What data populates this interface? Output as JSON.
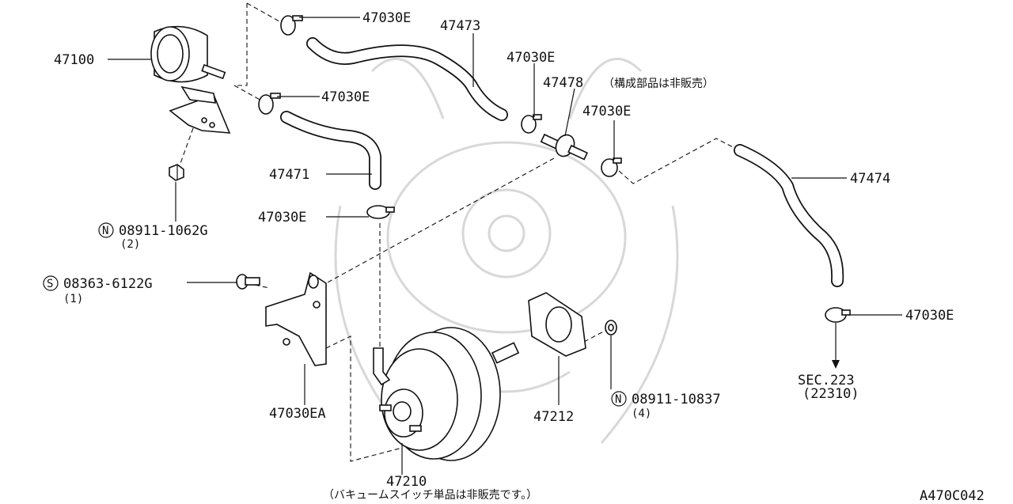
{
  "diagram_code": "A470C042",
  "parts": {
    "canister": "47100",
    "hose_upper": "47473",
    "hose_lower": "47471",
    "hose_right": "47474",
    "check_valve": "47478",
    "check_valve_note": "（構成部品は非販売）",
    "bracket": "47030EA",
    "booster": "47210",
    "booster_note": "（バキュームスイッチ単品は非販売です。）",
    "gasket": "47212",
    "sec_ref": "SEC.223",
    "sec_ref_sub": "(22310)"
  },
  "clamps": {
    "c1": "47030E",
    "c2": "47030E",
    "c3": "47030E",
    "c4": "47030E",
    "c5": "47030E",
    "c6": "47030E"
  },
  "fasteners": {
    "nut_top_prefix": "N",
    "nut_top": "08911-1062G",
    "nut_top_qty": "(2)",
    "bolt_prefix": "S",
    "bolt": "08363-6122G",
    "bolt_qty": "(1)",
    "nut_booster_prefix": "N",
    "nut_booster": "08911-10837",
    "nut_booster_qty": "(4)"
  }
}
